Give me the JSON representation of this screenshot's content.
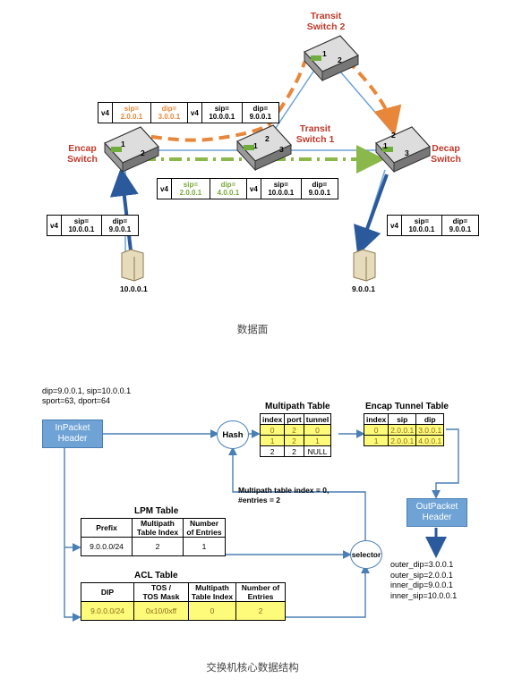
{
  "data_plane": {
    "caption": "数据面",
    "switches": {
      "transit2": {
        "name": "Transit\nSwitch 2",
        "line1": "Transit",
        "line2": "Switch 2",
        "ports": [
          "1",
          "2"
        ]
      },
      "transit1": {
        "line1": "Transit",
        "line2": "Switch 1",
        "ports": [
          "1",
          "2",
          "3"
        ]
      },
      "encap": {
        "line1": "Encap",
        "line2": "Switch",
        "ports": [
          "1",
          "2"
        ]
      },
      "decap": {
        "line1": "Decap",
        "line2": "Switch",
        "ports": [
          "2",
          "1",
          "3"
        ]
      }
    },
    "headers": {
      "top": {
        "v4": "v4",
        "osip_l": "sip=",
        "osip_v": "2.0.0.1",
        "odip_l": "dip=",
        "odip_v": "3.0.0.1",
        "v4b": "v4",
        "isip": "sip=",
        "isip_v": "10.0.0.1",
        "idip": "dip=",
        "idip_v": "9.0.0.1"
      },
      "mid": {
        "v4": "v4",
        "osip_l": "sip=",
        "osip_v": "2.0.0.1",
        "odip_l": "dip=",
        "odip_v": "4.0.0.1",
        "v4b": "v4",
        "isip": "sip=",
        "isip_v": "10.0.0.1",
        "idip": "dip=",
        "idip_v": "9.0.0.1"
      },
      "left": {
        "v4": "v4",
        "sip": "sip=",
        "sip_v": "10.0.0.1",
        "dip": "dip=",
        "dip_v": "9.0.0.1"
      },
      "right": {
        "v4": "v4",
        "sip": "sip=",
        "sip_v": "10.0.0.1",
        "dip": "dip=",
        "dip_v": "9.0.0.1"
      }
    },
    "hosts": {
      "src": "10.0.0.1",
      "dst": "9.0.0.1"
    }
  },
  "core": {
    "caption": "交换机核心数据结构",
    "packet_info": [
      "dip=9.0.0.1, sip=10.0.0.1",
      "sport=63, dport=64"
    ],
    "inpacket": [
      "InPacket",
      "Header"
    ],
    "outpacket": [
      "OutPacket",
      "Header"
    ],
    "hash": "Hash",
    "selector": "selector",
    "multipath_title": "Multipath Table",
    "multipath_cols": [
      "index",
      "port",
      "tunnel"
    ],
    "multipath_rows": [
      [
        "0",
        "2",
        "0"
      ],
      [
        "1",
        "2",
        "1"
      ],
      [
        "2",
        "2",
        "NULL"
      ]
    ],
    "encap_title": "Encap Tunnel Table",
    "encap_cols": [
      "index",
      "sip",
      "dip"
    ],
    "encap_rows": [
      [
        "0",
        "2.0.0.1",
        "3.0.0.1"
      ],
      [
        "1",
        "2.0.0.1",
        "4.0.0.1"
      ]
    ],
    "mp_note": [
      "Multipath table index = 0,",
      "#entries = 2"
    ],
    "lpm_title": "LPM Table",
    "lpm_cols": [
      "Prefix",
      "Multipath\nTable Index",
      "Number\nof Entries"
    ],
    "lpm_row": [
      "9.0.0.0/24",
      "2",
      "1"
    ],
    "acl_title": "ACL Table",
    "acl_cols": [
      "DIP",
      "TOS /\nTOS Mask",
      "Multipath\nTable Index",
      "Number of\nEntries"
    ],
    "acl_row": [
      "9.0.0.0/24",
      "0x10/0xff",
      "0",
      "2"
    ],
    "out_fields": [
      "outer_dip=3.0.0.1",
      "outer_sip=2.0.0.1",
      "inner_dip=9.0.0.1",
      "inner_sip=10.0.0.1"
    ]
  },
  "colors": {
    "orange_path": "#e8873a",
    "green_path": "#8ab84a",
    "blue_link": "#6fa3d6",
    "highlight": "#fffb7a",
    "switch_red": "#c0392b"
  }
}
